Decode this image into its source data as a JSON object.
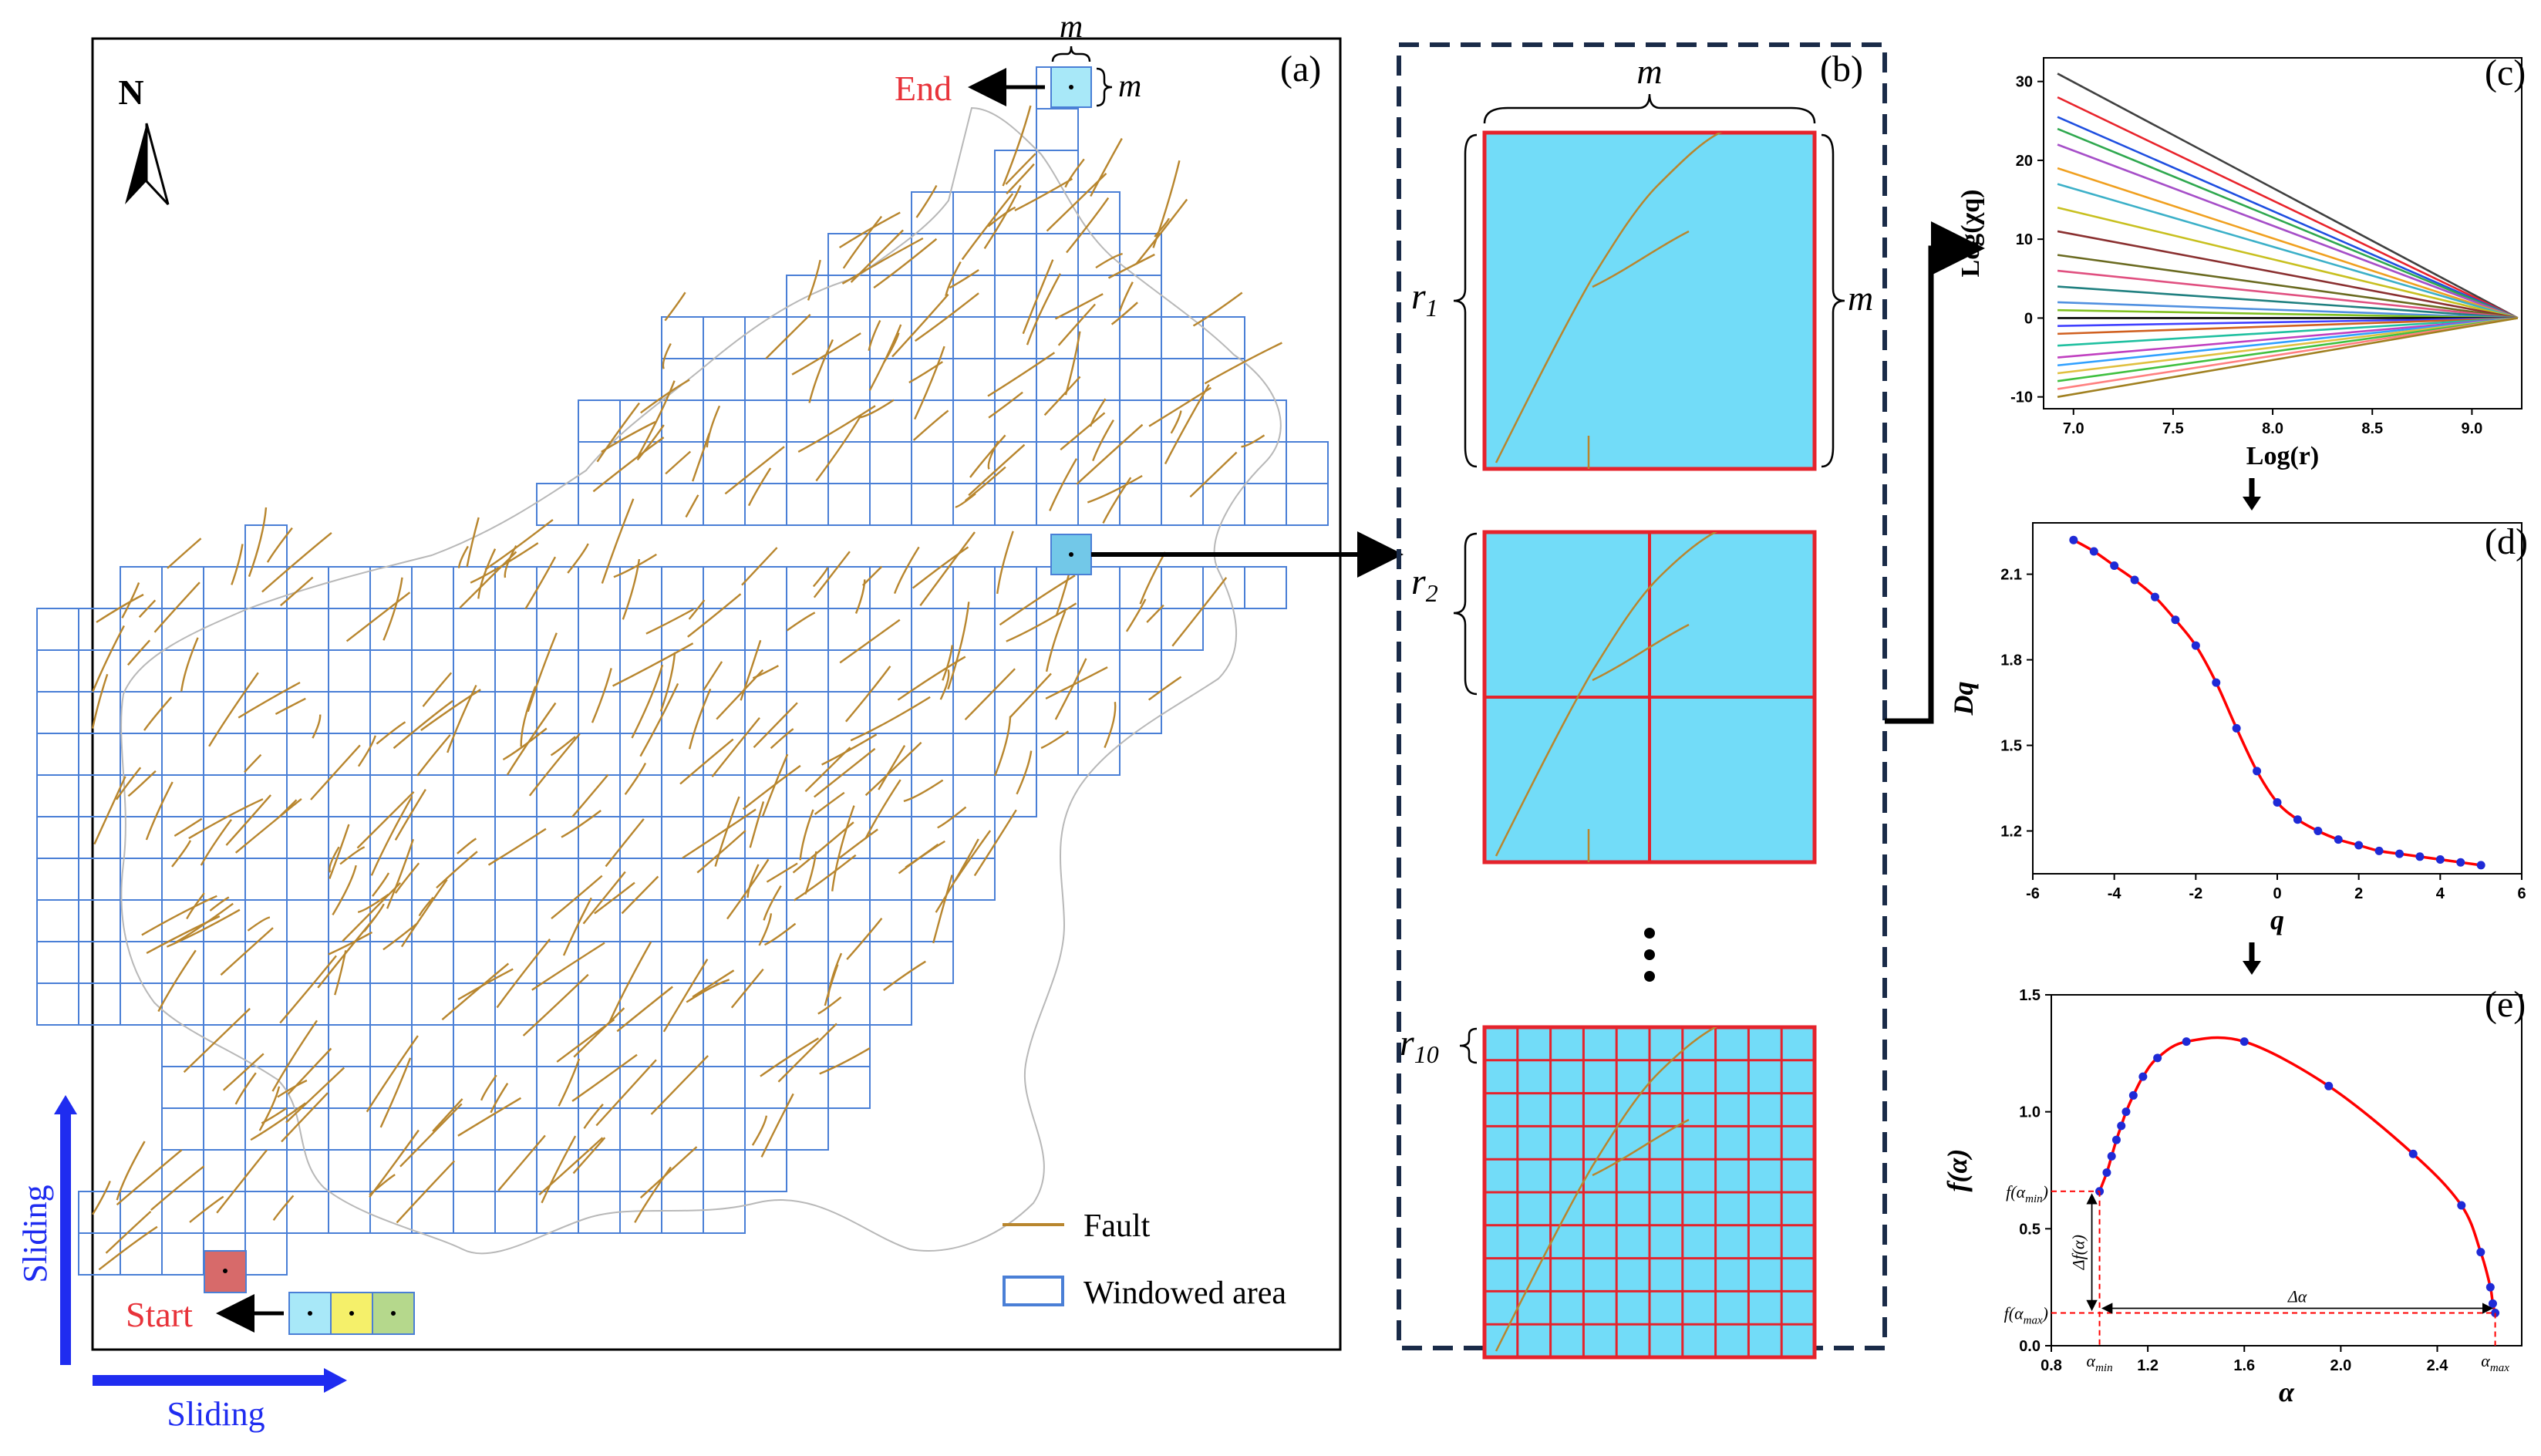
{
  "panel_a": {
    "label": "(a)",
    "north": "N",
    "start": "Start",
    "end": "End",
    "m_top": "m",
    "m_side": "m",
    "sliding_vertical": "Sliding",
    "sliding_horizontal": "Sliding",
    "legend_fault": "Fault",
    "legend_window": "Windowed area"
  },
  "panel_b": {
    "label": "(b)",
    "m_top": "m",
    "m_side": "m",
    "r1": "r",
    "r1_sub": "1",
    "r2": "r",
    "r2_sub": "2",
    "r10": "r",
    "r10_sub": "10"
  },
  "colors": {
    "fault": "#b8862e",
    "window": "#4a7fd6",
    "cell_fill": "#72dcf8",
    "grid_red": "#e5232c",
    "start_red": "#e8333a",
    "sliding_blue": "#1f2cf0",
    "curve_red": "#ff0000",
    "point_blue": "#1f2ad6",
    "cell_cyan": "#a8e8f8",
    "cell_yellow": "#f5f06a",
    "cell_green": "#b5d88c",
    "cell_rose": "#d76a6a"
  },
  "chart_data": [
    {
      "panel": "(c)",
      "type": "line",
      "xlabel": "Log(r)",
      "ylabel": "Log(χq)",
      "xlim": [
        6.85,
        9.25
      ],
      "ylim": [
        -11.5,
        33
      ],
      "x_ticks": [
        "7.0",
        "7.5",
        "8.0",
        "8.5",
        "9.0"
      ],
      "y_ticks": [
        "-10",
        "0",
        "10",
        "20",
        "30"
      ],
      "x": [
        6.92,
        9.23
      ],
      "series": [
        {
          "color": "#404040",
          "values": [
            31.0,
            0.0
          ]
        },
        {
          "color": "#e8242c",
          "values": [
            28.0,
            0.0
          ]
        },
        {
          "color": "#1f4fe0",
          "values": [
            25.5,
            0.0
          ]
        },
        {
          "color": "#2fa84f",
          "values": [
            24.0,
            0.0
          ]
        },
        {
          "color": "#a64fc8",
          "values": [
            22.0,
            0.0
          ]
        },
        {
          "color": "#f0a020",
          "values": [
            19.0,
            0.0
          ]
        },
        {
          "color": "#3cb0c8",
          "values": [
            17.0,
            0.0
          ]
        },
        {
          "color": "#c8c020",
          "values": [
            14.0,
            0.0
          ]
        },
        {
          "color": "#8a3030",
          "values": [
            11.0,
            0.0
          ]
        },
        {
          "color": "#6a6a20",
          "values": [
            8.0,
            0.0
          ]
        },
        {
          "color": "#e05080",
          "values": [
            6.0,
            0.0
          ]
        },
        {
          "color": "#208080",
          "values": [
            4.0,
            0.0
          ]
        },
        {
          "color": "#5090e0",
          "values": [
            2.0,
            0.0
          ]
        },
        {
          "color": "#80c020",
          "values": [
            1.0,
            0.0
          ]
        },
        {
          "color": "#000000",
          "values": [
            0.0,
            0.0
          ]
        },
        {
          "color": "#4040ff",
          "values": [
            -1.0,
            0.0
          ]
        },
        {
          "color": "#d06020",
          "values": [
            -2.0,
            0.0
          ]
        },
        {
          "color": "#20c0a0",
          "values": [
            -3.5,
            0.0
          ]
        },
        {
          "color": "#c040c0",
          "values": [
            -5.0,
            0.0
          ]
        },
        {
          "color": "#30a0ff",
          "values": [
            -6.0,
            0.0
          ]
        },
        {
          "color": "#e0c040",
          "values": [
            -7.0,
            0.0
          ]
        },
        {
          "color": "#40c040",
          "values": [
            -8.0,
            0.0
          ]
        },
        {
          "color": "#ff8080",
          "values": [
            -9.0,
            0.0
          ]
        },
        {
          "color": "#a08020",
          "values": [
            -10.0,
            0.0
          ]
        }
      ]
    },
    {
      "panel": "(d)",
      "type": "line",
      "xlabel": "q",
      "ylabel": "Dq",
      "xlim": [
        -6,
        6
      ],
      "ylim": [
        1.05,
        2.28
      ],
      "x_ticks": [
        "-6",
        "-4",
        "-2",
        "0",
        "2",
        "4",
        "6"
      ],
      "y_ticks": [
        "1.2",
        "1.5",
        "1.8",
        "2.1"
      ],
      "x": [
        -5.0,
        -4.5,
        -4.0,
        -3.5,
        -3.0,
        -2.5,
        -2.0,
        -1.5,
        -1.0,
        -0.5,
        0.0,
        0.5,
        1.0,
        1.5,
        2.0,
        2.5,
        3.0,
        3.5,
        4.0,
        4.5,
        5.0
      ],
      "values": [
        2.22,
        2.18,
        2.13,
        2.08,
        2.02,
        1.94,
        1.85,
        1.72,
        1.56,
        1.41,
        1.3,
        1.24,
        1.2,
        1.17,
        1.15,
        1.13,
        1.12,
        1.11,
        1.1,
        1.09,
        1.08
      ]
    },
    {
      "panel": "(e)",
      "type": "line",
      "xlabel": "α",
      "ylabel": "f(α)",
      "xlim": [
        0.8,
        2.75
      ],
      "ylim": [
        0.0,
        1.5
      ],
      "x_ticks": [
        "0.8",
        "1.2",
        "1.6",
        "2.0",
        "2.4"
      ],
      "y_ticks": [
        "0.0",
        "0.5",
        "1.0",
        "1.5"
      ],
      "x": [
        1.0,
        1.03,
        1.05,
        1.07,
        1.09,
        1.11,
        1.14,
        1.18,
        1.24,
        1.36,
        1.6,
        1.95,
        2.3,
        2.5,
        2.58,
        2.62,
        2.63,
        2.64
      ],
      "values": [
        0.66,
        0.74,
        0.81,
        0.88,
        0.94,
        1.0,
        1.07,
        1.15,
        1.23,
        1.3,
        1.3,
        1.11,
        0.82,
        0.6,
        0.4,
        0.25,
        0.18,
        0.14
      ],
      "annotations": {
        "alpha_min": "α",
        "alpha_min_sub": "min",
        "alpha_max": "α",
        "alpha_max_sub": "max",
        "f_min": "f(α",
        "f_min_sub": "min",
        "f_min_close": ")",
        "f_max": "f(α",
        "f_max_sub": "max",
        "f_max_close": ")",
        "delta_alpha": "Δα",
        "delta_f": "Δf(α)"
      }
    }
  ]
}
